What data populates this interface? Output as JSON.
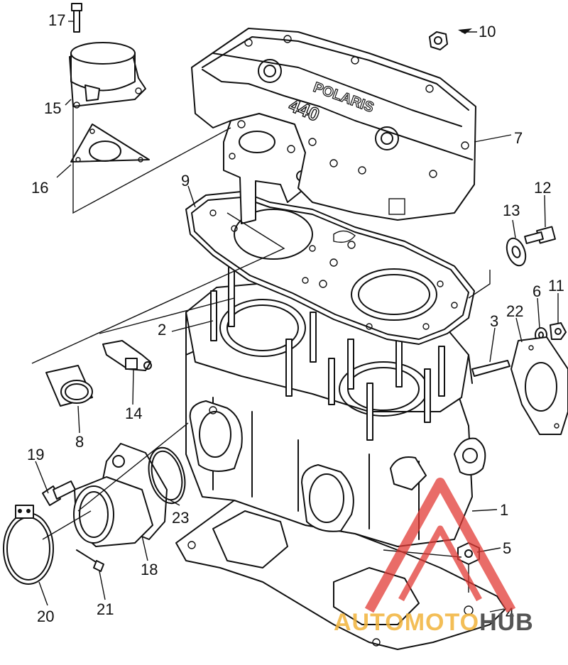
{
  "callouts": [
    {
      "id": "17",
      "text": "17"
    },
    {
      "id": "15",
      "text": "15"
    },
    {
      "id": "16",
      "text": "16"
    },
    {
      "id": "10",
      "text": "10"
    },
    {
      "id": "7",
      "text": "7"
    },
    {
      "id": "9",
      "text": "9"
    },
    {
      "id": "12",
      "text": "12"
    },
    {
      "id": "13",
      "text": "13"
    },
    {
      "id": "11",
      "text": "11"
    },
    {
      "id": "6",
      "text": "6"
    },
    {
      "id": "22",
      "text": "22"
    },
    {
      "id": "3",
      "text": "3"
    },
    {
      "id": "2",
      "text": "2"
    },
    {
      "id": "14",
      "text": "14"
    },
    {
      "id": "8",
      "text": "8"
    },
    {
      "id": "19",
      "text": "19"
    },
    {
      "id": "23",
      "text": "23"
    },
    {
      "id": "1",
      "text": "1"
    },
    {
      "id": "5",
      "text": "5"
    },
    {
      "id": "18",
      "text": "18"
    },
    {
      "id": "21",
      "text": "21"
    },
    {
      "id": "20",
      "text": "20"
    },
    {
      "id": "4",
      "text": "4"
    }
  ],
  "cover_embossing": {
    "brand": "POLARIS",
    "model": "440"
  },
  "watermark": {
    "word_a": "AUTOMOTO",
    "word_b": "HUB",
    "color_a": "#f2b33a",
    "color_b": "#555555",
    "triangle_color": "#e23b35"
  }
}
